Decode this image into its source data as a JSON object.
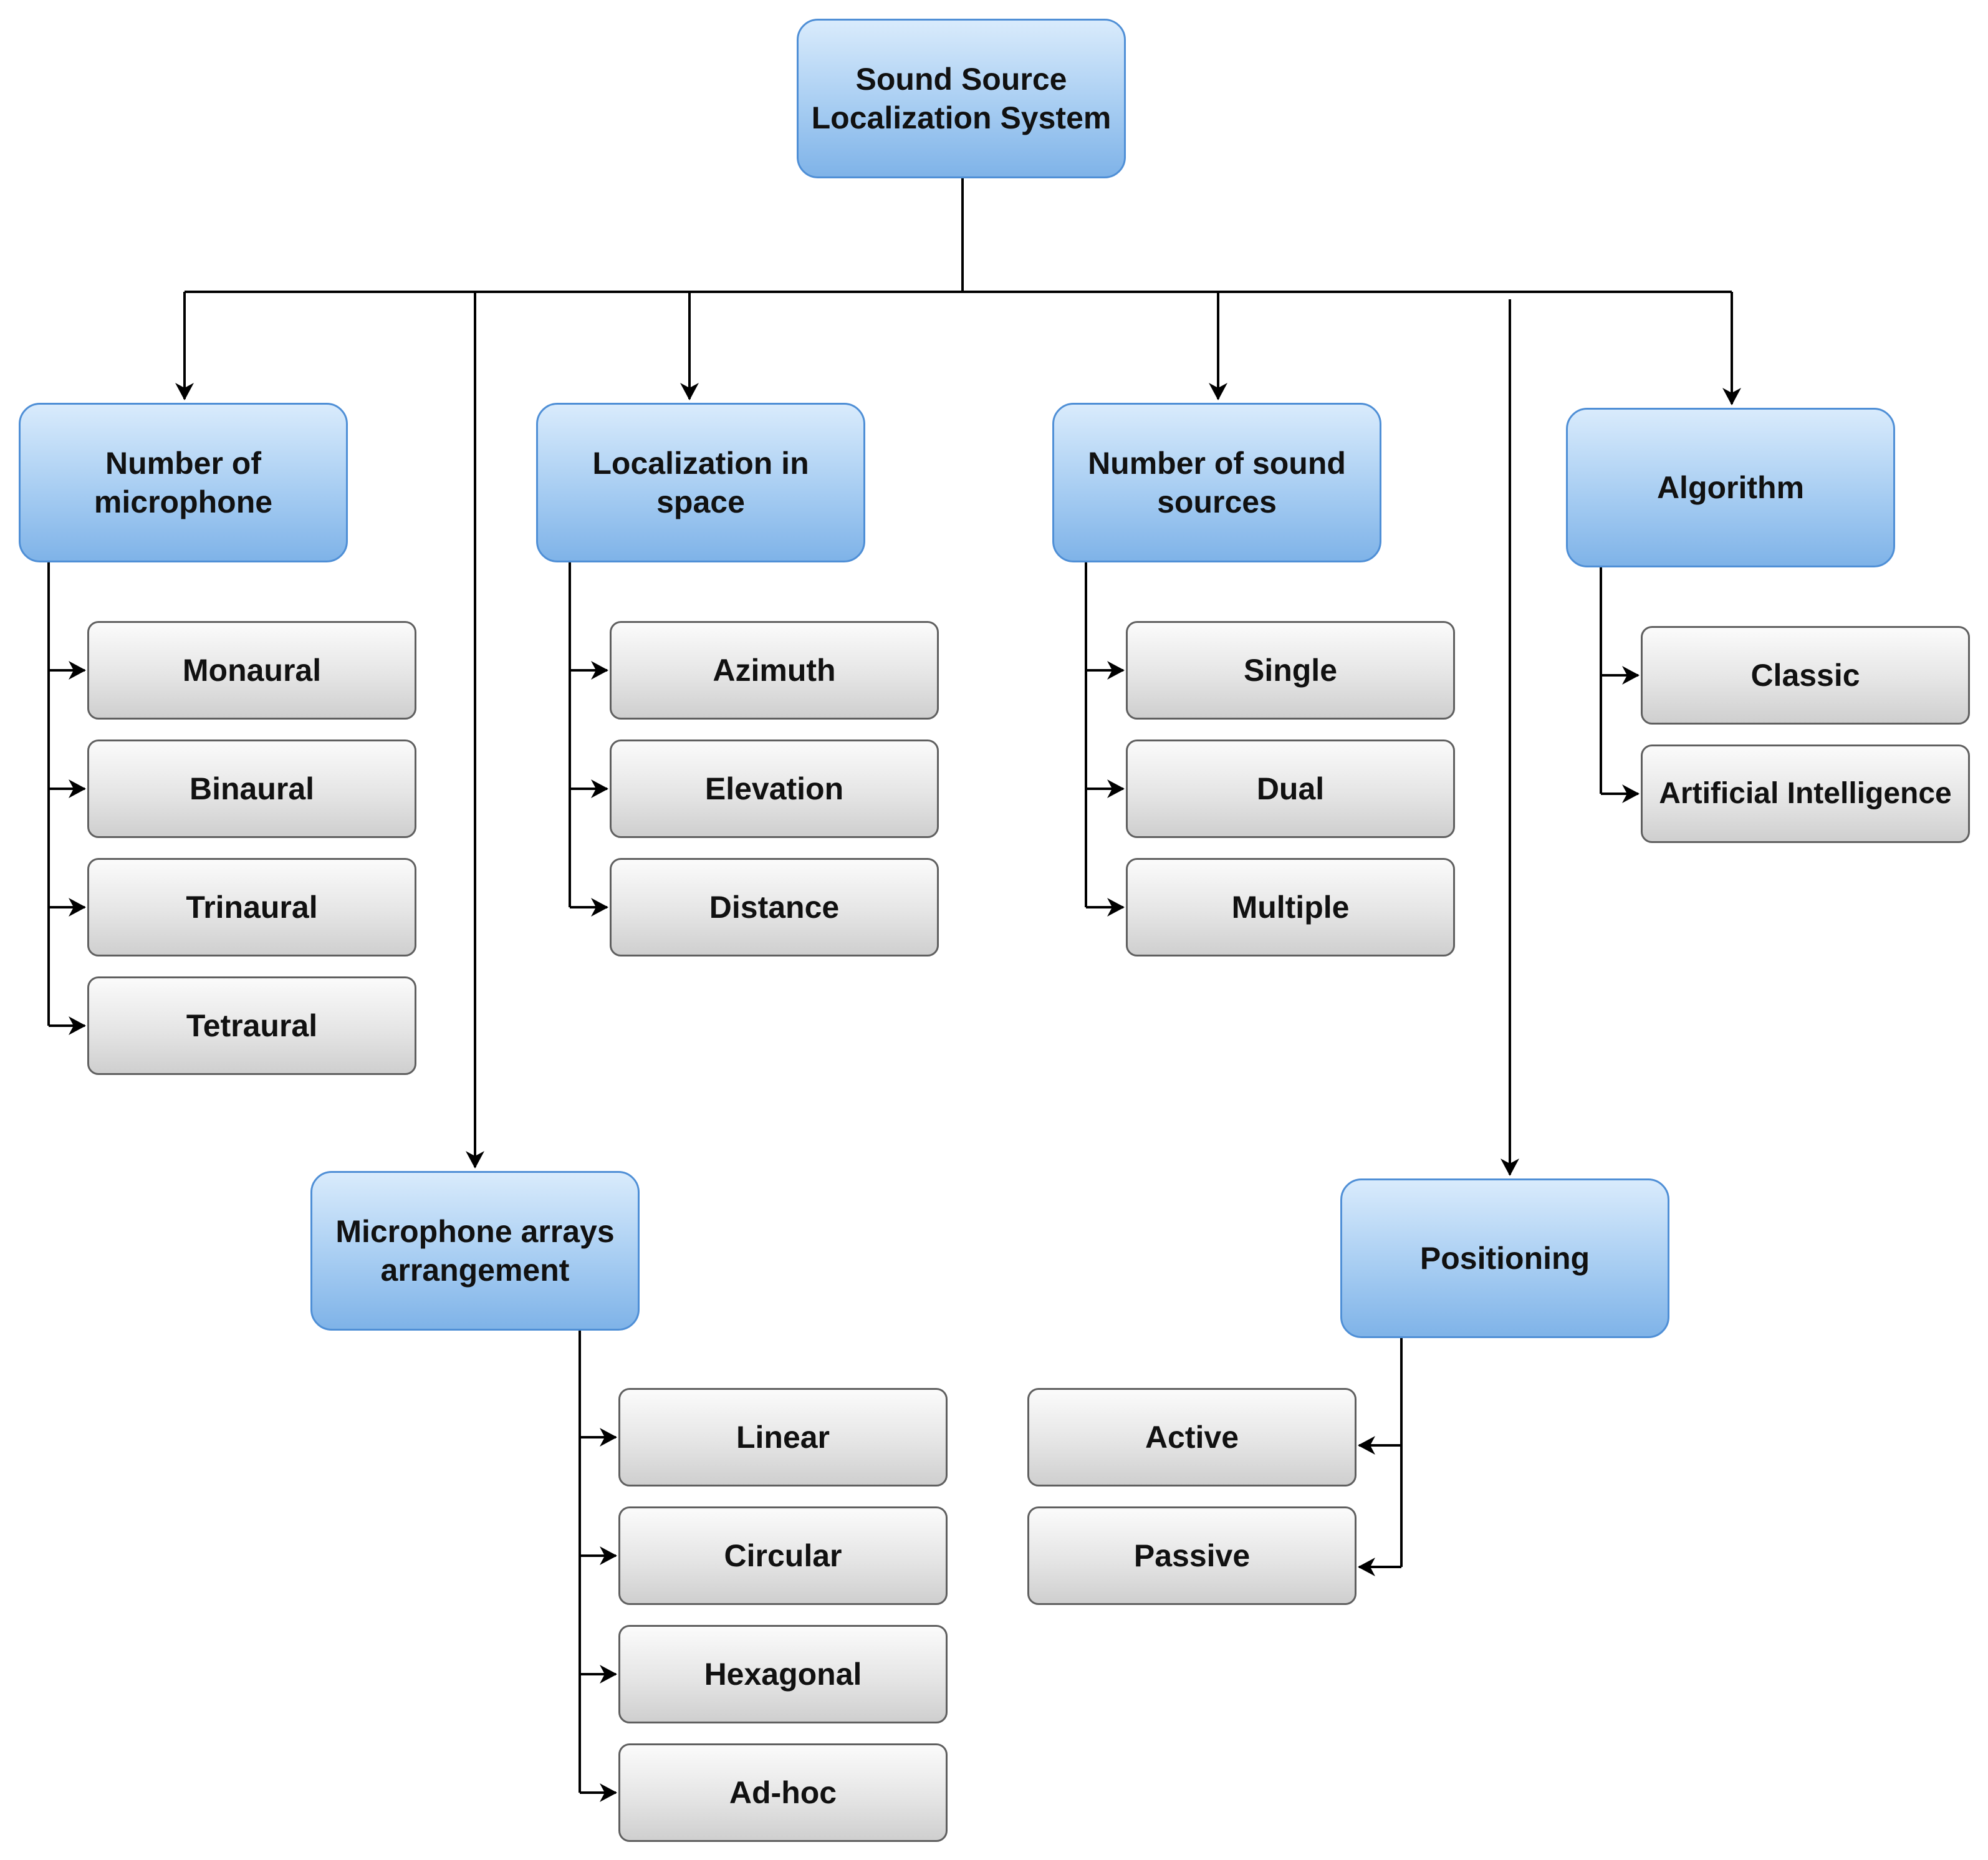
{
  "colors": {
    "category_fill": "#a7cdf2",
    "category_border": "#4f8fd6",
    "item_fill": "#e5e5e5",
    "item_border": "#5f5f5f",
    "connector": "#000000"
  },
  "root": {
    "label": "Sound Source\nLocalization System"
  },
  "categories": [
    {
      "label": "Number of\nmicrophone",
      "items": [
        "Monaural",
        "Binaural",
        "Trinaural",
        "Tetraural"
      ]
    },
    {
      "label": "Localization in\nspace",
      "items": [
        "Azimuth",
        "Elevation",
        "Distance"
      ]
    },
    {
      "label": "Number of sound\nsources",
      "items": [
        "Single",
        "Dual",
        "Multiple"
      ]
    },
    {
      "label": "Algorithm",
      "items": [
        "Classic",
        "Artificial Intelligence"
      ]
    },
    {
      "label": "Microphone arrays\narrangement",
      "items": [
        "Linear",
        "Circular",
        "Hexagonal",
        "Ad-hoc"
      ]
    },
    {
      "label": "Positioning",
      "items": [
        "Active",
        "Passive"
      ]
    }
  ]
}
